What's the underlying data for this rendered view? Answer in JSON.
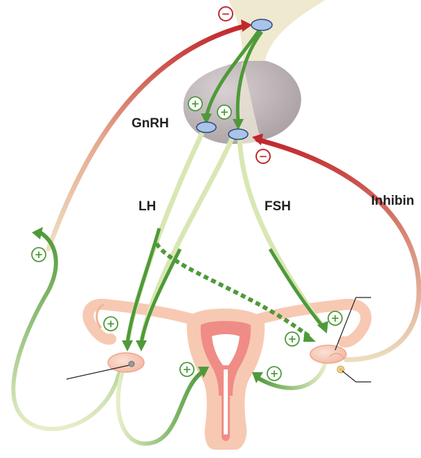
{
  "labels": {
    "gnrh": "GnRH",
    "lh": "LH",
    "fsh": "FSH",
    "inhibin": "Inhibin"
  },
  "signs": {
    "plus": "+",
    "minus": "−"
  },
  "colors": {
    "green": "#4e9a3a",
    "green_light": "#d9e7b4",
    "red": "#c1272d",
    "red_light": "#ead2b3",
    "pituitary": "#c5bcbe",
    "hypothalamus_stalk": "#efe9cf",
    "uterus_outer": "#f7c9b3",
    "uterus_inner": "#f08c86",
    "nucleus": "#a9c4e8"
  }
}
